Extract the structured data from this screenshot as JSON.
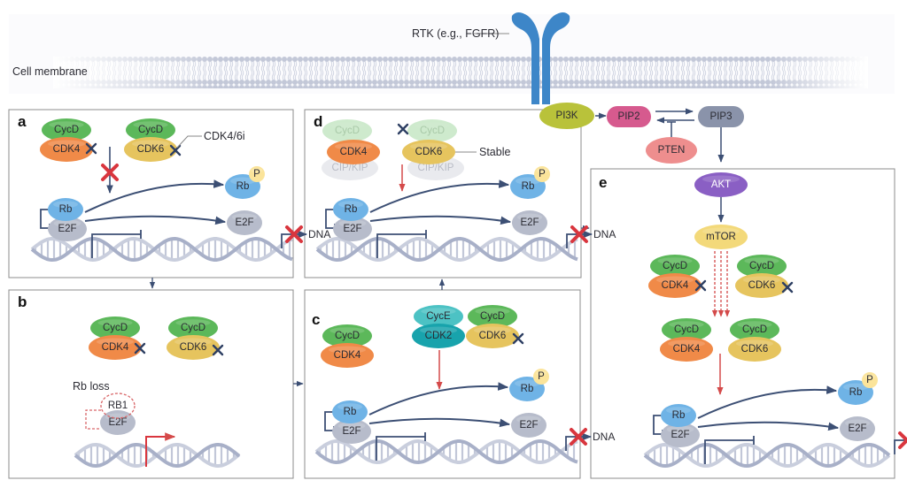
{
  "membrane": {
    "label": "Cell membrane"
  },
  "receptor": {
    "label": "RTK (e.g., FGFR)"
  },
  "pathway": {
    "pi3k": "PI3K",
    "pip2": "PIP2",
    "pip3": "PIP3",
    "pten": "PTEN"
  },
  "colors": {
    "cycd": "#5cb85a",
    "cdk4": "#f08a48",
    "cdk6": "#e6c45e",
    "cyce": "#4cc2c4",
    "cdk2": "#18a3ac",
    "rb": "#6fb3e6",
    "e2f": "#b7bccb",
    "p": "#fbe49a",
    "pi3k": "#b9c23a",
    "pip2": "#d65a8e",
    "pip3": "#8a93aa",
    "pten": "#ee8e8e",
    "akt": "#8a5fc4",
    "mtor": "#f3d97a",
    "inhibitor": "#2e3f63",
    "block": "#d9363e",
    "arrow": "#3c4f74",
    "red_arrow": "#d44a4a",
    "receptor": "#3d86c8",
    "dna": "#a8b0c8"
  },
  "common": {
    "cycd": "CycD",
    "cyce": "CycE",
    "cdk4": "CDK4",
    "cdk6": "CDK6",
    "cdk2": "CDK2",
    "rb": "Rb",
    "e2f": "E2F",
    "p": "P",
    "dna": "DNA",
    "cipkip": "CIP/KIP"
  },
  "panels": {
    "a": {
      "letter": "a",
      "inhibitor_label": "CDK4/6i"
    },
    "b": {
      "letter": "b",
      "rb_loss_label": "Rb loss",
      "rb1_label": "RB1"
    },
    "c": {
      "letter": "c"
    },
    "d": {
      "letter": "d",
      "stable_label": "Stable"
    },
    "e": {
      "letter": "e",
      "akt": "AKT",
      "mtor": "mTOR"
    }
  }
}
